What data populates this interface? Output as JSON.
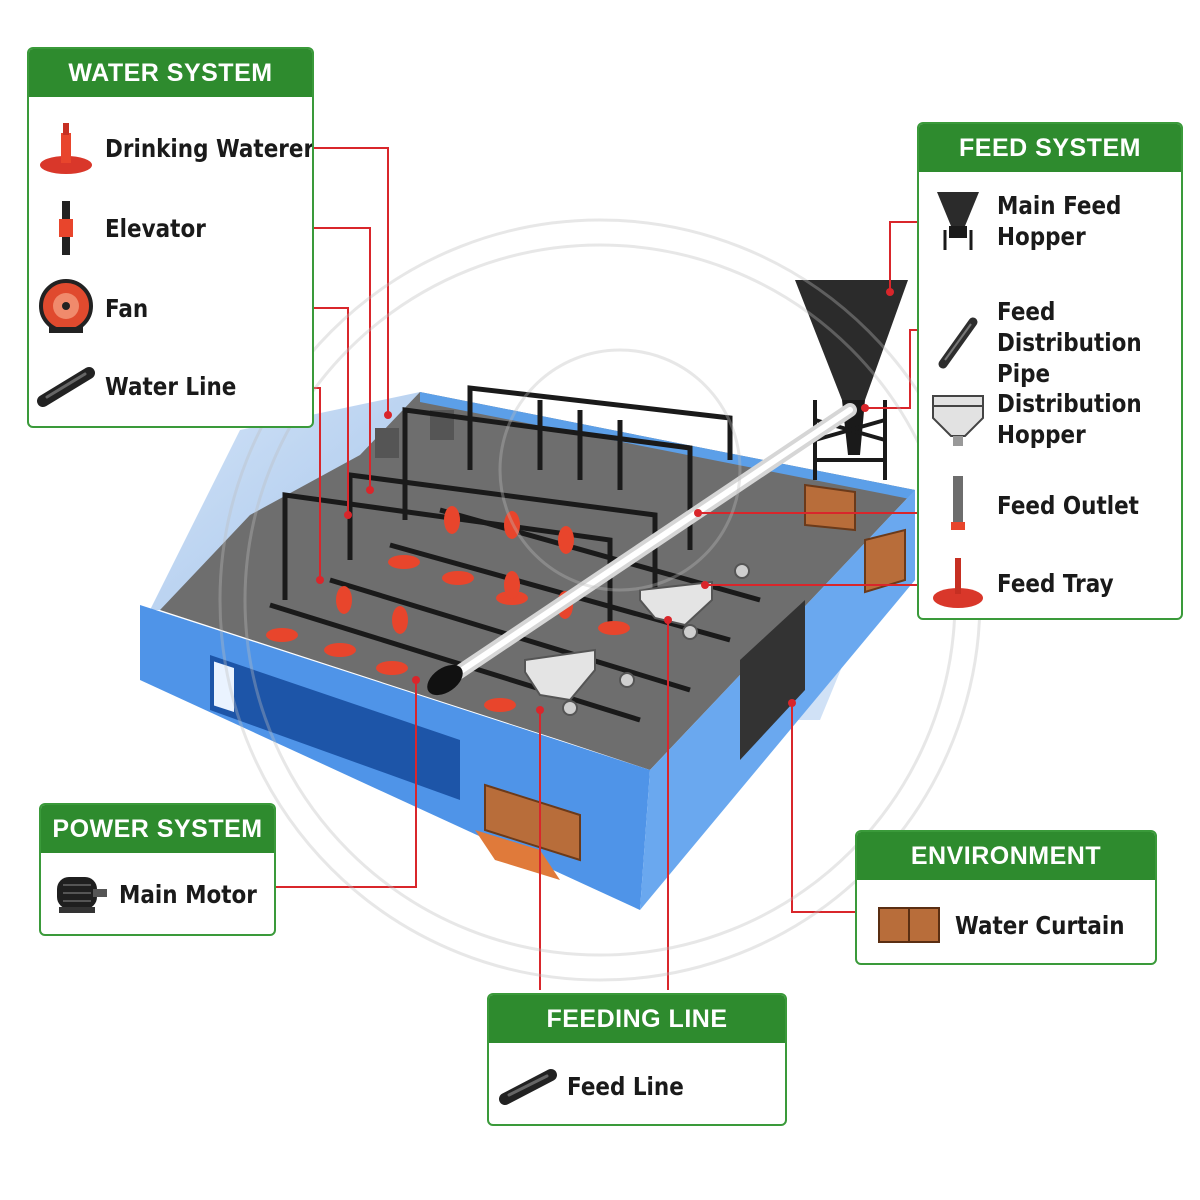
{
  "panels": {
    "water": {
      "title": "WATER SYSTEM",
      "items": [
        {
          "label": "Drinking Waterer",
          "icon": "drinking-waterer-icon"
        },
        {
          "label": "Elevator",
          "icon": "elevator-icon"
        },
        {
          "label": "Fan",
          "icon": "fan-icon"
        },
        {
          "label": "Water Line",
          "icon": "water-line-icon"
        }
      ]
    },
    "feed": {
      "title": "FEED SYSTEM",
      "items": [
        {
          "label": "Main Feed Hopper",
          "icon": "main-feed-hopper-icon"
        },
        {
          "label": "Feed Distribution Pipe",
          "icon": "feed-distribution-pipe-icon"
        },
        {
          "label": "Distribution Hopper",
          "icon": "distribution-hopper-icon"
        },
        {
          "label": "Feed Outlet",
          "icon": "feed-outlet-icon"
        },
        {
          "label": "Feed Tray",
          "icon": "feed-tray-icon"
        }
      ]
    },
    "power": {
      "title": "POWER SYSTEM",
      "items": [
        {
          "label": "Main Motor",
          "icon": "motor-icon"
        }
      ]
    },
    "environment": {
      "title": "ENVIRONMENT CONTROL",
      "items": [
        {
          "label": "Water Curtain",
          "icon": "water-curtain-icon"
        }
      ]
    },
    "feeding": {
      "title": "FEEDING LINE",
      "items": [
        {
          "label": "Feed Line",
          "icon": "feed-line-icon"
        }
      ]
    }
  },
  "colors": {
    "panel_header": "#2e8b2e",
    "panel_border": "#3a9a3a",
    "leader_line": "#d9262b",
    "building_wall": "#4f94e8",
    "floor": "#6e6e6e",
    "equipment_red": "#e8452c",
    "curtain": "#b86d3a"
  }
}
